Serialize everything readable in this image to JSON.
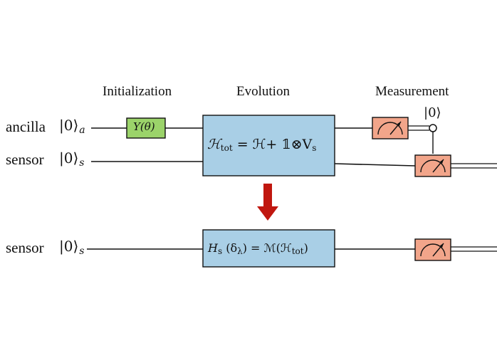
{
  "headers": {
    "initialization": "Initialization",
    "evolution": "Evolution",
    "measurement": "Measurement"
  },
  "wires": {
    "ancilla": {
      "name": "ancilla",
      "state": "|0⟩",
      "sub": "a"
    },
    "sensor_top": {
      "name": "sensor",
      "state": "|0⟩",
      "sub": "s"
    },
    "sensor_bottom": {
      "name": "sensor",
      "state": "|0⟩",
      "sub": "s"
    }
  },
  "gates": {
    "init": {
      "label": "Y(θ)",
      "fill": "#9bd36a"
    },
    "evolution_top": {
      "lhs": "ℋ",
      "lhs_sub": "tot",
      "rhs": " = ℋ+ 𝟙⊗V",
      "rhs_sub": "s",
      "fill": "#a9cfe6"
    },
    "evolution_bottom": {
      "lhs": "H",
      "lhs_sub": "s",
      "mid": " (δ",
      "mid_sub": "λ",
      "rhs": ") = ℳ(ℋ",
      "rhs_sub": "tot",
      "end": ")",
      "fill": "#a9cfe6"
    }
  },
  "measurement": {
    "reset_state": "|0⟩",
    "fill": "#f2a58a"
  },
  "arrow": {
    "color": "#c0170f"
  }
}
